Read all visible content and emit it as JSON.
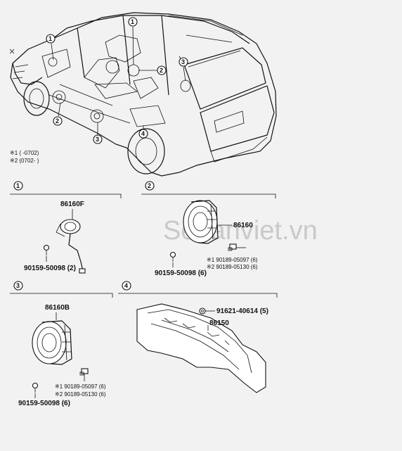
{
  "watermark": "Sedanviet.vn",
  "legend": {
    "note1": "※1 (      -0702)",
    "note2": "※2 (0702-      )"
  },
  "overview_callouts": [
    "1",
    "1",
    "2",
    "2",
    "3",
    "3",
    "4"
  ],
  "sections": [
    {
      "marker": "1",
      "parts": [
        "86160F",
        "90159-50098 (2)"
      ]
    },
    {
      "marker": "2",
      "parts": [
        "86160",
        "※1 90189-05097 (6)",
        "※2 90189-05130 (6)",
        "90159-50098 (6)"
      ]
    },
    {
      "marker": "3",
      "parts": [
        "86160B",
        "※1 90189-05097 (6)",
        "※2 90189-05130 (6)",
        "90159-50098 (6)"
      ]
    },
    {
      "marker": "4",
      "parts": [
        "91621-40614 (5)",
        "86150"
      ]
    }
  ]
}
